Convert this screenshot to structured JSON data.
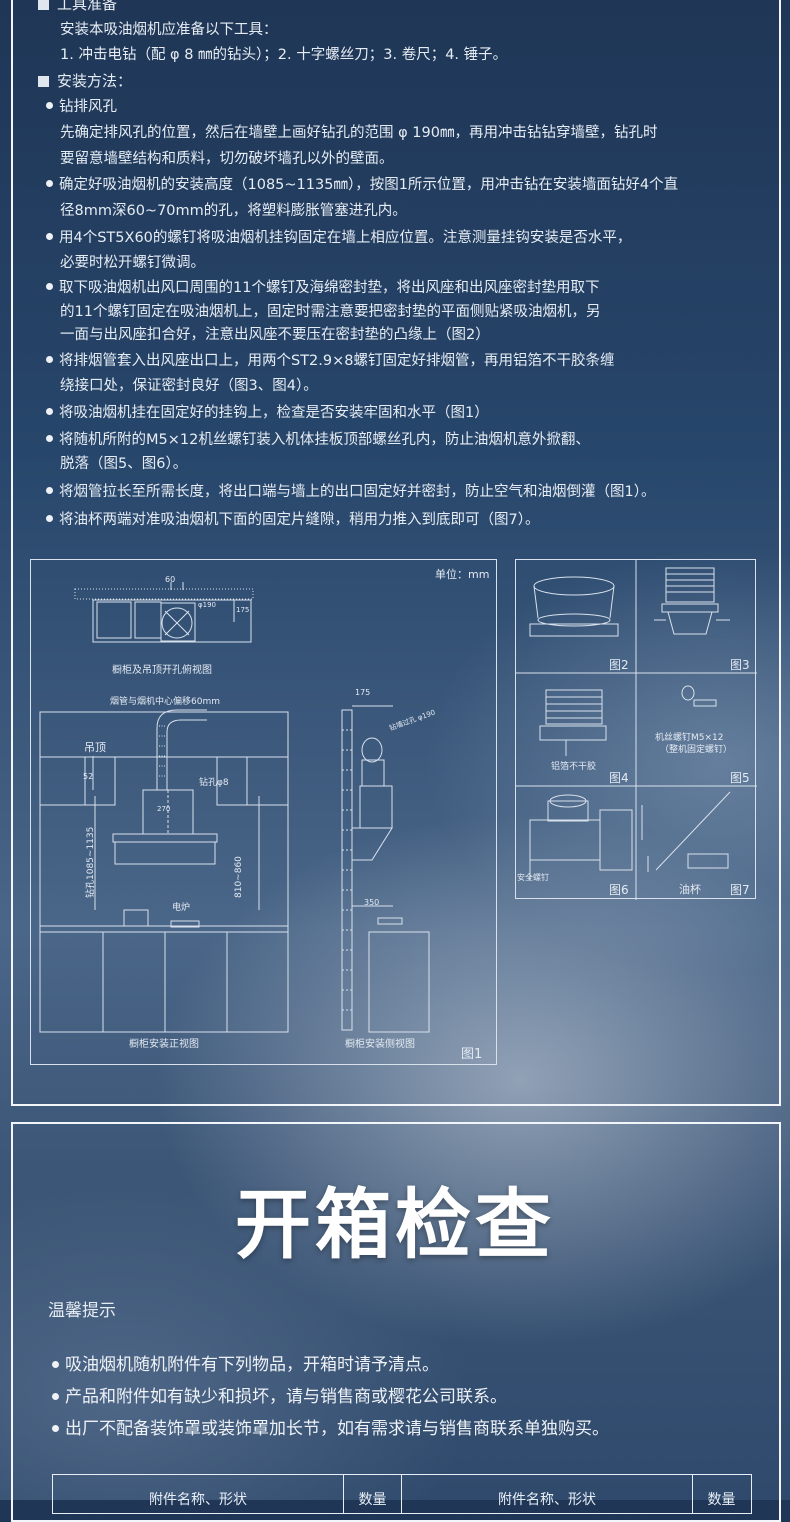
{
  "tools": {
    "heading": "工具准备",
    "line1": "安装本吸油烟机应准备以下工具：",
    "line2": "1. 冲击电钻（配 φ 8 ㎜的钻头）；2. 十字螺丝刀；3. 卷尺；4. 锤子。"
  },
  "method": {
    "heading": "安装方法：",
    "items": [
      {
        "lines": [
          "钻排风孔",
          "先确定排风孔的位置，然后在墙壁上画好钻孔的范围 φ 190㎜，再用冲击钻钻穿墙壁，钻孔时",
          "要留意墙壁结构和质料，切勿破坏墙孔以外的壁面。"
        ]
      },
      {
        "lines": [
          "确定好吸油烟机的安装高度（1085~1135㎜），按图1所示位置，用冲击钻在安装墙面钻好4个直",
          "径8mm深60~70mm的孔，将塑料膨胀管塞进孔内。"
        ]
      },
      {
        "lines": [
          "用4个ST5X60的螺钉将吸油烟机挂钩固定在墙上相应位置。注意测量挂钩安装是否水平，",
          "必要时松开螺钉微调。"
        ]
      },
      {
        "lines": [
          "取下吸油烟机出风口周围的11个螺钉及海绵密封垫，将出风座和出风座密封垫用取下",
          "的11个螺钉固定在吸油烟机上，固定时需注意要把密封垫的平面侧贴紧吸油烟机，另",
          "一面与出风座扣合好，注意出风座不要压在密封垫的凸缘上（图2）"
        ]
      },
      {
        "lines": [
          "将排烟管套入出风座出口上，用两个ST2.9×8螺钉固定好排烟管，再用铝箔不干胶条缠",
          "绕接口处，保证密封良好（图3、图4）。"
        ]
      },
      {
        "lines": [
          "将吸油烟机挂在固定好的挂钩上，检查是否安装牢固和水平（图1）"
        ]
      },
      {
        "lines": [
          "将随机所附的M5×12机丝螺钉装入机体挂板顶部螺丝孔内，防止油烟机意外掀翻、",
          "脱落（图5、图6）。"
        ]
      },
      {
        "lines": [
          "将烟管拉长至所需长度，将出口端与墙上的出口固定好并密封，防止空气和油烟倒灌（图1）。"
        ]
      },
      {
        "lines": [
          "将油杯两端对准吸油烟机下面的固定片缝隙，稍用力推入到底即可（图7）。"
        ]
      }
    ]
  },
  "fig1": {
    "unit": "单位：mm",
    "top_view_caption": "橱柜及吊顶开孔俯视图",
    "dim_60": "60",
    "dim_190": "φ190",
    "dim_175v": "175",
    "offset_note": "烟管与烟机中心偏移60mm",
    "ceiling": "吊顶",
    "dim_52": "52",
    "drill_note": "钻孔φ8",
    "dim_270": "270",
    "height_note": "钻孔1085~1135",
    "dim_810": "810~860",
    "stove": "电炉",
    "front_caption": "橱柜安装正视图",
    "dim_175": "175",
    "hole_note": "钻墙过孔 φ190",
    "dim_350": "350",
    "side_caption": "橱柜安装侧视图",
    "label": "图1"
  },
  "figs": {
    "fig2": "图2",
    "fig3": "图3",
    "fig4": "图4",
    "fig4_note": "铝箔不干胶",
    "fig5": "图5",
    "fig5_note1": "机丝螺钉M5×12",
    "fig5_note2": "（整机固定螺钉）",
    "fig6": "图6",
    "fig6_note": "安全螺钉",
    "fig7": "图7",
    "fig7_note": "油杯"
  },
  "unbox": {
    "title": "开箱检查",
    "tips_heading": "温馨提示",
    "tips": [
      "吸油烟机随机附件有下列物品，开箱时请予清点。",
      "产品和附件如有缺少和损坏，请与销售商或樱花公司联系。",
      "出厂不配备装饰罩或装饰罩加长节，如有需求请与销售商联系单独购买。"
    ],
    "table_headers": [
      "附件名称、形状",
      "数量",
      "附件名称、形状",
      "数量"
    ]
  }
}
